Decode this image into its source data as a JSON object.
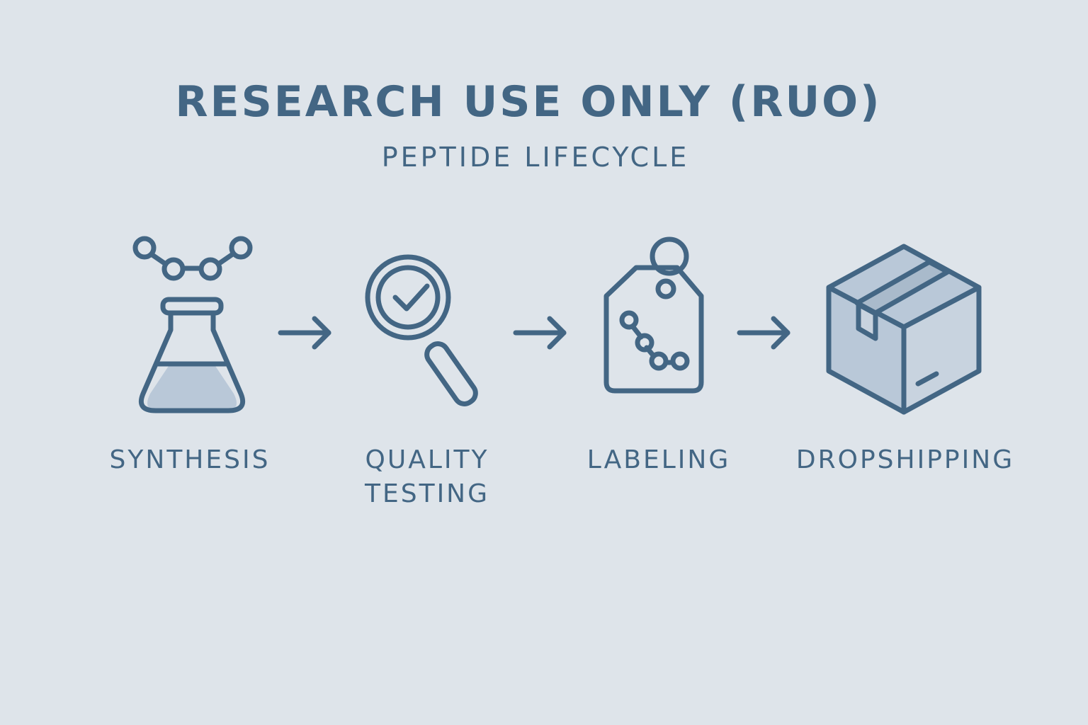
{
  "header": {
    "title": "RESEARCH USE ONLY (RUO)",
    "subtitle": "PEPTIDE LIFECYCLE"
  },
  "steps": [
    {
      "label": "SYNTHESIS",
      "icon": "flask-icon"
    },
    {
      "label": "QUALITY\nTESTING",
      "icon": "magnifier-check-icon"
    },
    {
      "label": "LABELING",
      "icon": "tag-icon"
    },
    {
      "label": "DROPSHIPPING",
      "icon": "box-icon"
    }
  ],
  "colors": {
    "background": "#dee4ea",
    "ink": "#436684",
    "fill": "#b9c8d8"
  }
}
